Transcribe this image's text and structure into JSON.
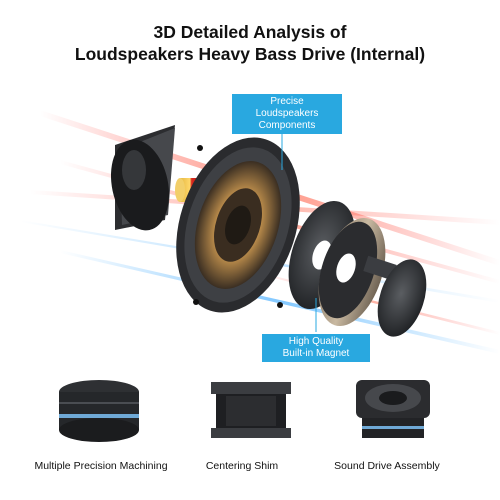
{
  "heading": {
    "line1": "3D Detailed Analysis of",
    "line2": "Loudspeakers Heavy Bass Drive (Internal)"
  },
  "callouts": {
    "top": {
      "line1": "Precise Loudspeakers",
      "line2": "Components"
    },
    "bottom": {
      "line1": "High Quality",
      "line2": "Built-in Magnet"
    }
  },
  "features": [
    {
      "label": "Multiple Precision Machining"
    },
    {
      "label": "Centering Shim"
    },
    {
      "label": "Sound Drive Assembly"
    }
  ],
  "colors": {
    "callout_bg": "#29a8e0",
    "accent_streak_red": "#ff3b3b",
    "accent_streak_blue": "#3aa8ff",
    "magnet_ring": "#b5a590",
    "cone_copper": "#b88a4a",
    "cap_red": "#d9281e",
    "cap_gold": "#e0b23a"
  }
}
